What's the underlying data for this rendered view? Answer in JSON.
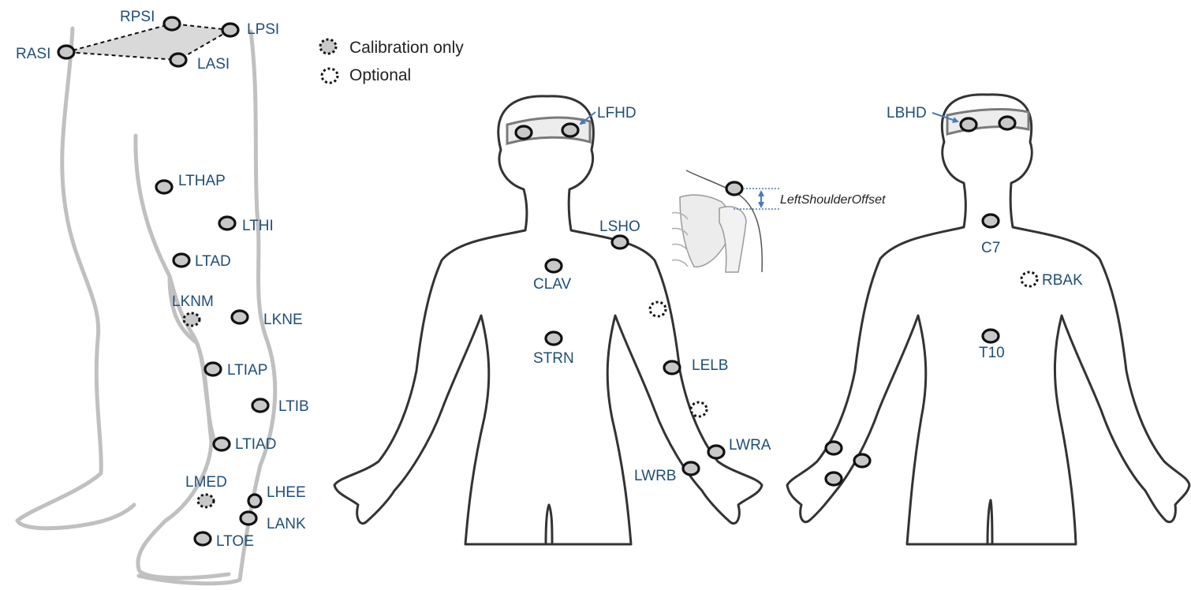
{
  "legend": {
    "calibration_only": "Calibration only",
    "optional": "Optional"
  },
  "offset_label": "LeftShoulderOffset",
  "colors": {
    "label": "#1f4e79",
    "marker_fill": "#c8c8c8",
    "marker_stroke": "#111111",
    "leg_outline": "#c0c0c0",
    "body_outline": "#333333",
    "pelvis_fill": "#d9d9d9",
    "headband_fill": "#ececec",
    "arrow": "#4a7ab8"
  },
  "leg_view": {
    "labels": {
      "rpsi": "RPSI",
      "lpsi": "LPSI",
      "rasi": "RASI",
      "lasi": "LASI",
      "lthap": "LTHAP",
      "lthi": "LTHI",
      "ltad": "LTAD",
      "lknm": "LKNM",
      "lkne": "LKNE",
      "ltiap": "LTIAP",
      "ltib": "LTIB",
      "ltiad": "LTIAD",
      "lmed": "LMED",
      "lhee": "LHEE",
      "lank": "LANK",
      "ltoe": "LTOE"
    }
  },
  "front_view": {
    "labels": {
      "lfhd": "LFHD",
      "lsho": "LSHO",
      "clav": "CLAV",
      "strn": "STRN",
      "lelb": "LELB",
      "lwra": "LWRA",
      "lwrb": "LWRB"
    }
  },
  "back_view": {
    "labels": {
      "lbhd": "LBHD",
      "c7": "C7",
      "rbak": "RBAK",
      "t10": "T10"
    }
  }
}
